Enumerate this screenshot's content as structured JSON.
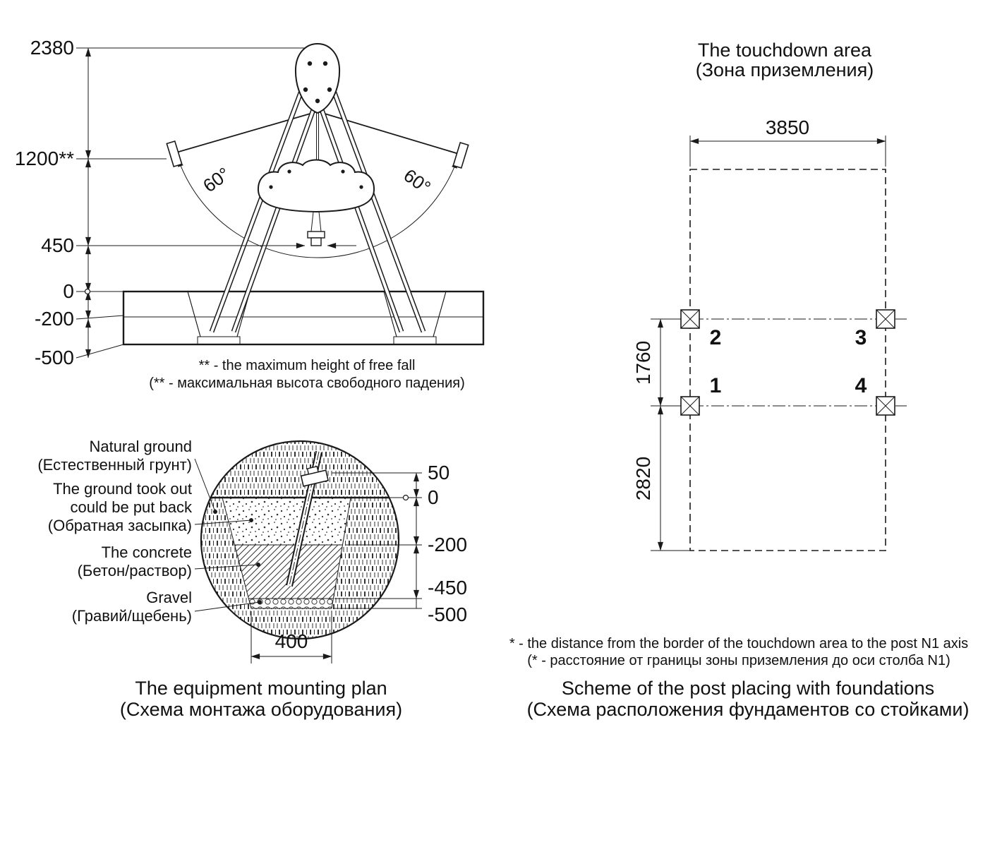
{
  "drawing_colors": {
    "line": "#1a1a1a",
    "background": "#ffffff"
  },
  "elevation": {
    "dim_2380": "2380",
    "dim_1200": "1200**",
    "dim_450": "450",
    "dim_0": "0",
    "dim_m200": "-200",
    "dim_m500": "-500",
    "angle_left": "60°",
    "angle_right": "60°",
    "note_line1": "** - the maximum height of free fall",
    "note_line2": "(** - максимальная высота свободного падения)"
  },
  "mounting_detail": {
    "label_natural_ground_en": "Natural ground",
    "label_natural_ground_ru": "(Естественный грунт)",
    "label_backfill_en1": "The ground took out",
    "label_backfill_en2": "could be put back",
    "label_backfill_ru": "(Обратная засыпка)",
    "label_concrete_en": "The concrete",
    "label_concrete_ru": "(Бетон/раствор)",
    "label_gravel_en": "Gravel",
    "label_gravel_ru": "(Гравий/щебень)",
    "dim_50": "50",
    "dim_0": "0",
    "dim_m200": "-200",
    "dim_m450": "-450",
    "dim_m500": "-500",
    "dim_400": "400",
    "caption_en": "The equipment mounting plan",
    "caption_ru": "(Схема монтажа оборудования)"
  },
  "touchdown": {
    "title_en": "The touchdown area",
    "title_ru": "(Зона приземления)",
    "dim_3850": "3850",
    "dim_1760": "1760",
    "dim_2820": "2820",
    "post_1": "1",
    "post_2": "2",
    "post_3": "3",
    "post_4": "4",
    "note_en": "* - the distance from the border of the touchdown area to the post N1 axis",
    "note_ru": "(* - расстояние от границы зоны приземления до оси столба N1)",
    "caption_en": "Scheme of the post placing with foundations",
    "caption_ru": "(Схема расположения фундаментов со стойками)"
  }
}
